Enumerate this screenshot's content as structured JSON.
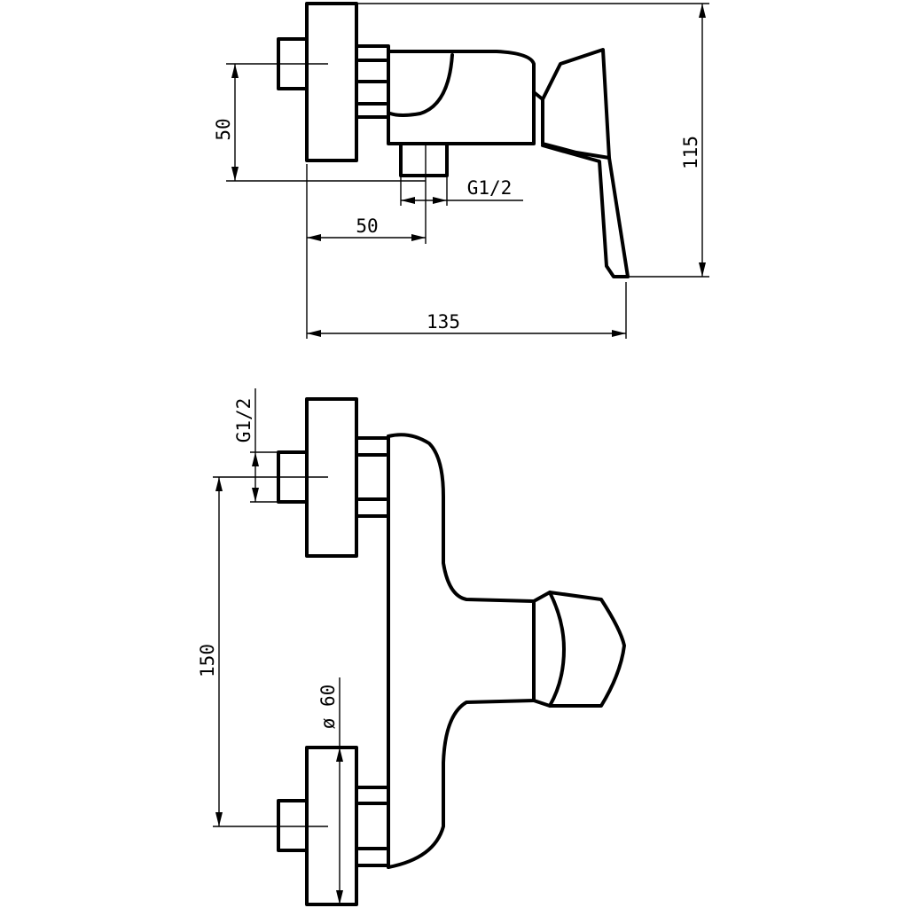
{
  "side_view": {
    "dims": {
      "height_spacing": "50",
      "overall_height": "115",
      "outlet_offset": "50",
      "outlet_thread": "G1/2",
      "overall_depth": "135"
    }
  },
  "front_view": {
    "dims": {
      "inlet_thread": "G1/2",
      "inlet_spacing": "150",
      "flange_diameter": "ø 60"
    }
  }
}
